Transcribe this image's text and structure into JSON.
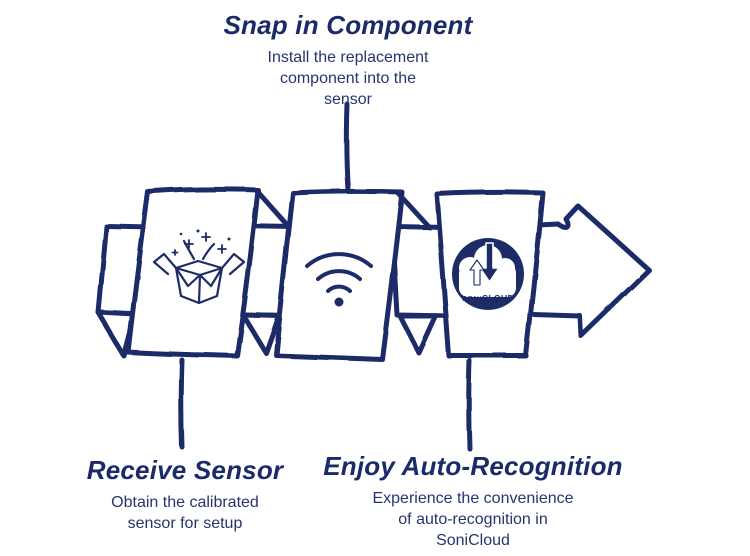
{
  "palette": {
    "navy": "#1d2b67",
    "heading_text": "#1b2a68",
    "body_text": "#27356f",
    "card_fill": "#ffffff"
  },
  "steps": [
    {
      "id": "receive-sensor",
      "title": "Receive Sensor",
      "description": "Obtain the calibrated\nsensor for setup",
      "icon": "open-box-sparkles-icon",
      "label_position": "bottom-left"
    },
    {
      "id": "snap-in-component",
      "title": "Snap in Component",
      "description": "Install the replacement\ncomponent into the\nsensor",
      "icon": "wifi-icon",
      "label_position": "top"
    },
    {
      "id": "enjoy-auto-recognition",
      "title": "Enjoy Auto-Recognition",
      "description": "Experience the convenience\nof auto-recognition in\nSoniCloud",
      "icon": "sonicloud-logo",
      "label_position": "bottom-right"
    }
  ],
  "logo": {
    "brand_prefix": "SONI",
    "brand_suffix": "CLOUD"
  }
}
